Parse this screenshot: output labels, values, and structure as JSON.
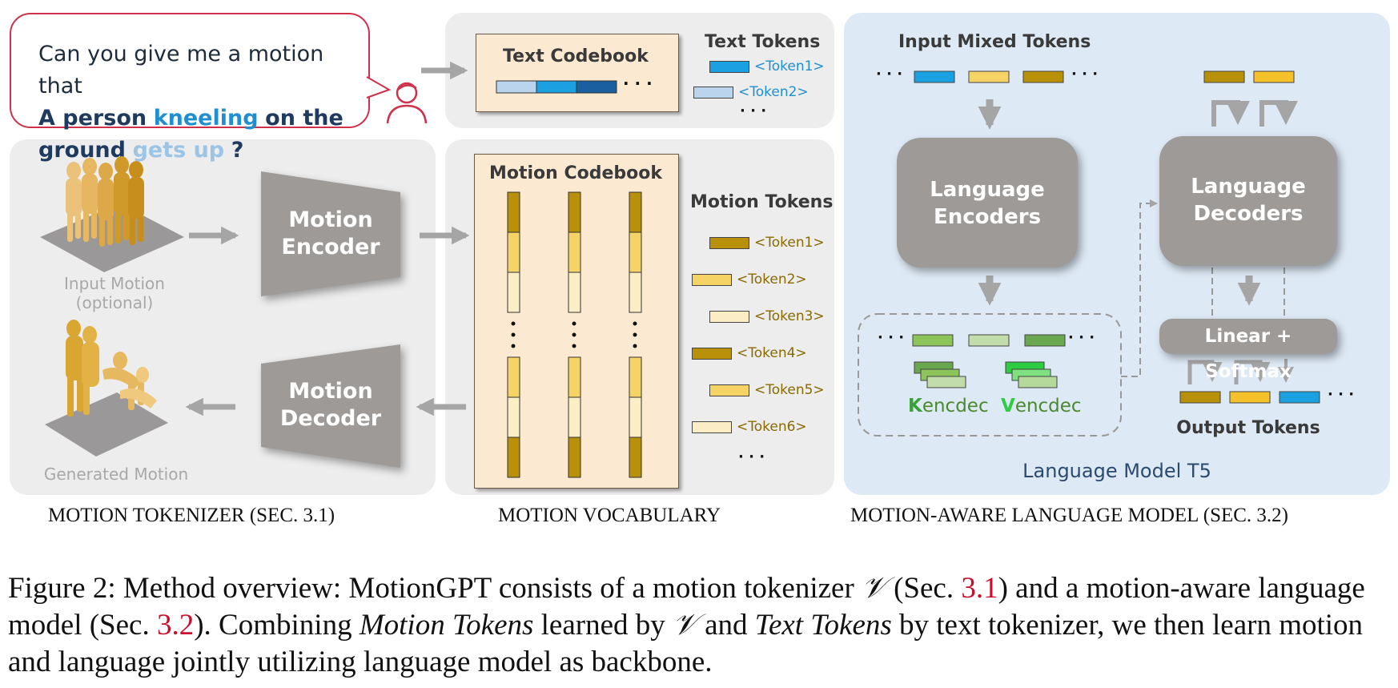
{
  "prompt": {
    "line1": "Can you give me a motion that",
    "a_person": "A person",
    "kneeling": "kneeling",
    "on_the": "on the",
    "ground": "ground",
    "gets_up": "gets up",
    "qmark": "?"
  },
  "text_vocab": {
    "codebook_title": "Text Codebook",
    "tokens_title": "Text Tokens",
    "tokens": [
      "<Token1>",
      "<Token2>"
    ],
    "ellipsis": "· · ·",
    "colors": [
      "#1ba1e2",
      "#b9d4ec",
      "#1a5fa0"
    ]
  },
  "tokenizer": {
    "input_label_1": "Input Motion",
    "input_label_2": "(optional)",
    "generated_label": "Generated Motion",
    "encoder_1": "Motion",
    "encoder_2": "Encoder",
    "decoder_1": "Motion",
    "decoder_2": "Decoder",
    "section_label": "MOTION TOKENIZER (SEC. 3.1)"
  },
  "motion_vocab": {
    "codebook_title": "Motion Codebook",
    "tokens_title": "Motion Tokens",
    "tokens": [
      "<Token1>",
      "<Token2>",
      "<Token3>",
      "<Token4>",
      "<Token5>",
      "<Token6>"
    ],
    "ellipsis": "· · ·",
    "section_label": "MOTION VOCABULARY",
    "colors": {
      "dark": "#b8900a",
      "mid": "#f6d365",
      "light": "#fbeec4"
    }
  },
  "lm": {
    "input_title": "Input Mixed Tokens",
    "encoders_1": "Language",
    "encoders_2": "Encoders",
    "decoders_1": "Language",
    "decoders_2": "Decoders",
    "linear_softmax": "Linear + Softmax",
    "k_letter": "K",
    "k_rest": "encdec",
    "v_letter": "V",
    "v_rest": "encdec",
    "output_title": "Output Tokens",
    "model_name": "Language Model T5",
    "section_label": "MOTION-AWARE LANGUAGE MODEL (SEC. 3.2)",
    "ellipsis": "· · ·"
  },
  "figure_caption": {
    "part1": "Figure 2: Method overview: MotionGPT consists of a motion tokenizer ",
    "symbol": "𝒱",
    "part2": " (Sec. ",
    "ref1": "3.1",
    "part3": ") and a motion-aware language model (Sec. ",
    "ref2": "3.2",
    "part4": "). Combining ",
    "motion_tokens": "Motion Tokens",
    "part5": " learned by ",
    "part6": " and ",
    "text_tokens": "Text Tokens",
    "part7": " by text tokenizer, we then learn motion and language jointly utilizing language model as backbone."
  }
}
